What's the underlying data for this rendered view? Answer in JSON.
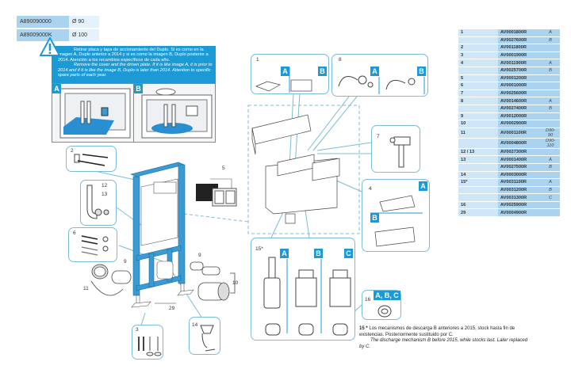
{
  "reference_codes": [
    {
      "code": "A890090000",
      "diameter": "Ø 90"
    },
    {
      "code": "A89009000K",
      "diameter": "Ø 100"
    }
  ],
  "notice": {
    "icon": "warning-icon",
    "text_es": "Retirar placa y tapa de accionamiento del Duplo. Si es como en la imagen A, Duplo anterior a 2014 y si es como la imagen B, Duplo posterior a 2014. Atención a los recambios específicos de cada año.",
    "text_en": "Remove the cover and the driven plate. If it is like image A, it is prior to 2014 and if it is like the image B, Duplo is later than 2014. Attention to specific spare parts of each year.",
    "image_a_label": "A",
    "image_b_label": "B"
  },
  "callouts": {
    "c1": {
      "number": "1",
      "a": "A",
      "b": "B"
    },
    "c8": {
      "number": "8",
      "a": "A",
      "b": "B"
    },
    "c7": {
      "number": "7"
    },
    "c4": {
      "number": "4",
      "a": "A",
      "b": "B"
    },
    "c2": {
      "number": "2"
    },
    "c12": {
      "n12": "12",
      "n13": "13"
    },
    "c6": {
      "number": "6"
    },
    "c15": {
      "number": "15*",
      "a": "A",
      "b": "B",
      "c": "C"
    },
    "c16": {
      "number": "16",
      "badge": "A, B, C"
    },
    "c3": {
      "number": "3"
    },
    "c14": {
      "number": "14"
    },
    "labels": {
      "n5": "5",
      "n9a": "9",
      "n9b": "9",
      "n10": "10",
      "n11": "11",
      "n29": "29"
    }
  },
  "parts_table": [
    {
      "n": "1",
      "code": "AV0001800R",
      "variant": "A"
    },
    {
      "n": "",
      "code": "AV0027600R",
      "variant": "B"
    },
    {
      "n": "2",
      "code": "AV0011800R",
      "variant": ""
    },
    {
      "n": "3",
      "code": "AV0001900R",
      "variant": ""
    },
    {
      "n": "4",
      "code": "AV0011900R",
      "variant": "A"
    },
    {
      "n": "",
      "code": "AV0025700R",
      "variant": "B"
    },
    {
      "n": "5",
      "code": "AV0001200R",
      "variant": ""
    },
    {
      "n": "6",
      "code": "AV0001000R",
      "variant": ""
    },
    {
      "n": "7",
      "code": "AV0025600R",
      "variant": ""
    },
    {
      "n": "8",
      "code": "AV0014600R",
      "variant": "A"
    },
    {
      "n": "",
      "code": "AV0027400R",
      "variant": "B"
    },
    {
      "n": "9",
      "code": "AV0012000R",
      "variant": ""
    },
    {
      "n": "10",
      "code": "AV0002900R",
      "variant": ""
    },
    {
      "n": "11",
      "code": "AV0001100R",
      "variant": "D90-90"
    },
    {
      "n": "",
      "code": "AV0004800R",
      "variant": "D90-110"
    },
    {
      "n": "12 / 13",
      "code": "AV0027300R",
      "variant": ""
    },
    {
      "n": "13",
      "code": "AV0001400R",
      "variant": "A"
    },
    {
      "n": "",
      "code": "AV0027500R",
      "variant": "B"
    },
    {
      "n": "14",
      "code": "AV0003000R",
      "variant": ""
    },
    {
      "n": "15*",
      "code": "AV0031100R",
      "variant": "A"
    },
    {
      "n": "",
      "code": "AV0031200R",
      "variant": "B"
    },
    {
      "n": "",
      "code": "AV0031300R",
      "variant": "C"
    },
    {
      "n": "16",
      "code": "AV0025900R",
      "variant": ""
    },
    {
      "n": "29",
      "code": "AV0004900R",
      "variant": ""
    }
  ],
  "footnote": {
    "marker": "15 *",
    "text_es": "Los mecanismos de descarga B anteriores a 2015, stock hasta fin de existencias. Posteriormente sustituido por C.",
    "text_en": "The discharge mechanism B before 2015, while stocks last. Later replaced by C."
  },
  "colors": {
    "accent": "#1c9ad6",
    "frame_blue": "#3a9ad3",
    "callout_border": "#7bbcd6",
    "table_dark": "#a9d3ef",
    "table_light": "#cfe6f6"
  }
}
